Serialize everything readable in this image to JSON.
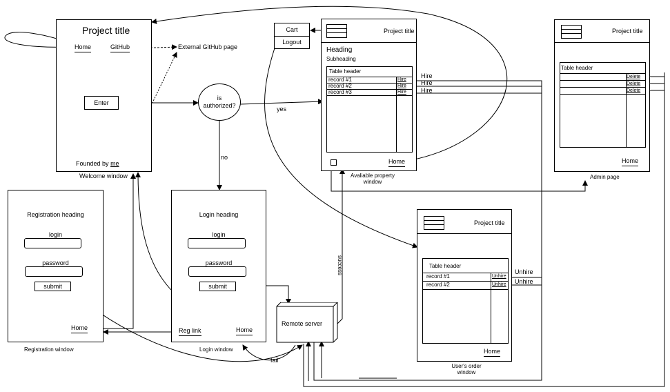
{
  "welcome": {
    "title": "Project title",
    "home": "Home",
    "github": "GitHub",
    "external": "External GitHub page",
    "enter": "Enter",
    "founded": "Founded by",
    "founded_me": "me",
    "caption": "Welcome window"
  },
  "decision": {
    "line1": "is",
    "line2": "authorized?",
    "yes": "yes",
    "no": "no"
  },
  "cart": {
    "cart": "Cart",
    "logout": "Logout"
  },
  "property": {
    "title": "Project title",
    "heading": "Heading",
    "subheading": "Subheading",
    "table_header": "Table header",
    "records": [
      "record #1",
      "record #2",
      "record #3"
    ],
    "hire": "Hire",
    "home": "Home",
    "caption1": "Avaliable property",
    "caption2": "window"
  },
  "hire_labels": [
    "Hire",
    "Hire",
    "Hire"
  ],
  "admin": {
    "title": "Project title",
    "table_header": "Table header",
    "delete": "Delete",
    "home": "Home",
    "caption": "Admin page"
  },
  "registration": {
    "heading": "Registration heading",
    "login": "login",
    "password": "password",
    "submit": "submit",
    "home": "Home",
    "caption": "Registration window"
  },
  "login": {
    "heading": "Login heading",
    "login": "login",
    "password": "password",
    "submit": "submit",
    "home": "Home",
    "reg_link": "Reg link",
    "caption": "Login window"
  },
  "server": {
    "label": "Remote server",
    "success": "success",
    "fail": "fail"
  },
  "orders": {
    "title": "Project title",
    "table_header": "Table header",
    "records": [
      "record #1",
      "record #2"
    ],
    "unhire": "Unhire",
    "home": "Home",
    "caption1": "User's order",
    "caption2": "window"
  },
  "unhire_labels": [
    "Unhire",
    "Unhire"
  ]
}
